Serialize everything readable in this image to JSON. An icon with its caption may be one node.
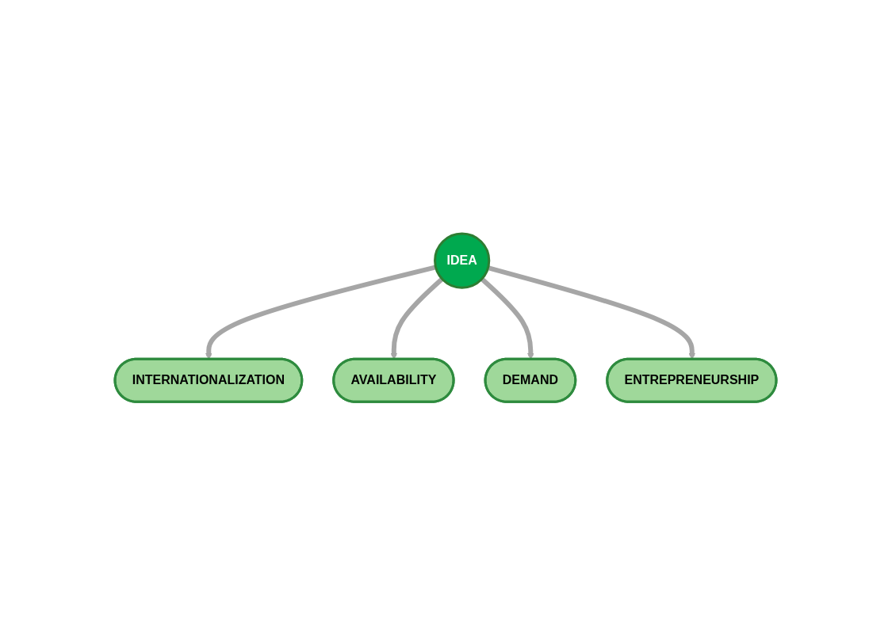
{
  "diagram": {
    "nodes": [
      {
        "text": [
          "INTERNATIONALIZATION"
        ]
      },
      {
        "text": [
          "AVAILABILITY"
        ]
      },
      {
        "text": [
          "IDEA"
        ]
      },
      {
        "text": [
          "DEMAND"
        ]
      },
      {
        "text": [
          "ENTREPRENEURSHIP"
        ]
      }
    ],
    "edges": [
      {
        "from": 2,
        "to": 0,
        "arrow": "to"
      },
      {
        "from": 2,
        "to": 1,
        "arrow": "to"
      },
      {
        "from": 2,
        "to": 3,
        "arrow": "to"
      },
      {
        "from": 2,
        "to": 4,
        "arrow": "to"
      }
    ]
  }
}
